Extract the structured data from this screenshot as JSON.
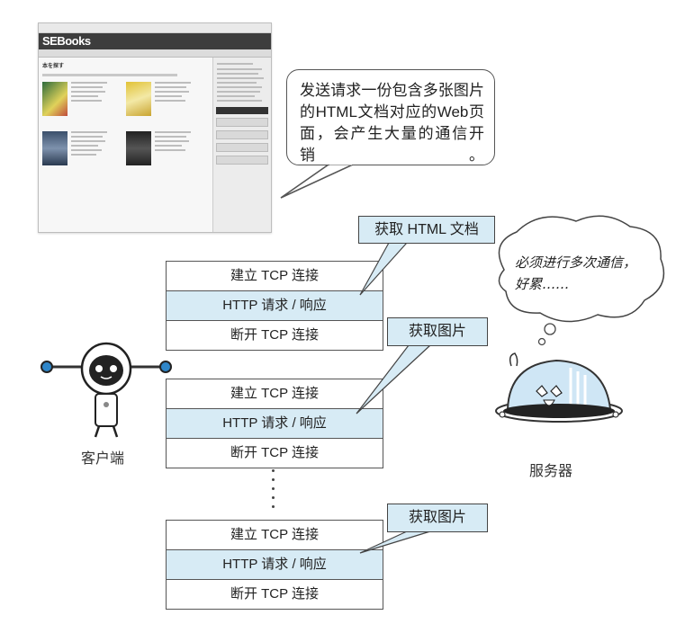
{
  "browser": {
    "logo": "SEBooks",
    "page_heading": "本を探す"
  },
  "note": "发送请求一份包含多张图片的HTML文档对应的Web页面，会产生大量的通信开销。",
  "connections": [
    {
      "label": "获取 HTML 文档",
      "rows": [
        "建立 TCP 连接",
        "HTTP 请求 / 响应",
        "断开 TCP 连接"
      ]
    },
    {
      "label": "获取图片",
      "rows": [
        "建立 TCP 连接",
        "HTTP 请求 / 响应",
        "断开 TCP 连接"
      ]
    },
    {
      "label": "获取图片",
      "rows": [
        "建立 TCP 连接",
        "HTTP 请求 / 响应",
        "断开 TCP 连接"
      ]
    }
  ],
  "client_label": "客户端",
  "server_label": "服务器",
  "server_thought": [
    "必须进行多次通信，",
    "好累……"
  ],
  "colors": {
    "http_row": "#d7ebf5",
    "label_fill": "#d7ebf5",
    "border": "#555555"
  }
}
